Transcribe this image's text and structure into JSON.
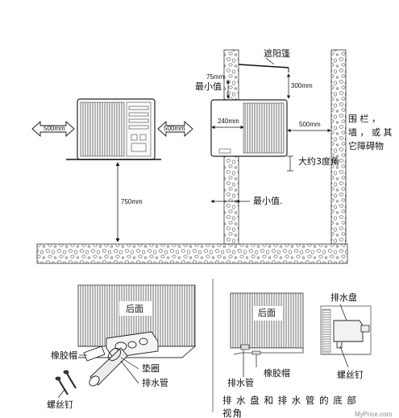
{
  "top_figure": {
    "label_left_clearance": "500mm",
    "label_right_clearance": "500mm",
    "label_bottom_height": "750mm",
    "label_awning": "遮阳篷",
    "label_top_gap_value": "75mm",
    "label_top_gap_min": "最小值",
    "label_awning_height": "300mm",
    "label_unit_depth": "240mm",
    "label_side_clearance": "500mm",
    "label_obstacle": [
      "围  栏 ，",
      "墙 ， 或 其",
      "它障碍物"
    ],
    "label_tilt": "大约3度角",
    "label_wall_min": "最小值."
  },
  "bottom_left_figure": {
    "label_rear": "后面",
    "label_rubber_cap": "橡胶帽",
    "label_gasket": "垫圈",
    "label_drain_pipe": "排水管",
    "label_screw": "螺丝钉"
  },
  "bottom_right_figure": {
    "label_rear": "后面",
    "label_drain_pan": "排水盘",
    "label_drain_pipe": "排水管",
    "label_rubber_cap": "橡胶帽",
    "label_screw": "螺丝钉",
    "caption_line1": "排 水 盘 和 排 水 管 的 底 部",
    "caption_line2": "视角"
  },
  "watermark": "MyPrice.com"
}
